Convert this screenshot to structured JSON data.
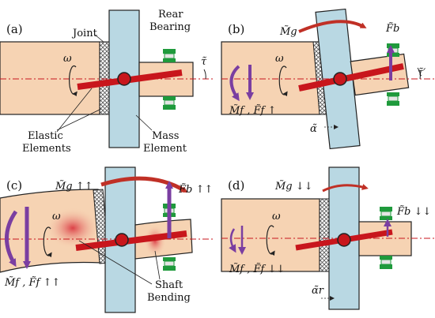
{
  "colors": {
    "shaft_body": "#f6d3b3",
    "mass_disk": "#b9d8e3",
    "shaft_bar": "#c8161c",
    "hub": "#c8161c",
    "moment_arrow": "#c03026",
    "force_arrow": "#7a3ea1",
    "bearing_green": "#1f9a3c",
    "bearing_pad": "#e5e5e5",
    "elastic_hatch": "#444444",
    "centerline": "#c8161c"
  },
  "panels": {
    "a": {
      "tag": "(a)",
      "joint": "Joint",
      "rear_bearing_1": "Rear",
      "rear_bearing_2": "Bearing",
      "omega": "ω",
      "tau": "τ̃",
      "elastic_1": "Elastic",
      "elastic_2": "Elements",
      "mass_1": "Mass",
      "mass_2": "Element"
    },
    "b": {
      "tag": "(b)",
      "Mg": "M̃g",
      "Fb": "F̃b",
      "omega": "ω",
      "tau": "τ̃′",
      "MfFf": "M̃f , F̃f ↑",
      "alpha": "α̃"
    },
    "c": {
      "tag": "(c)",
      "Mg": "M̃g ↑↑",
      "Fb": "F̃b ↑↑",
      "omega": "ω",
      "MfFf": "M̃f , F̃f ↑↑",
      "shaft_1": "Shaft",
      "shaft_2": "Bending"
    },
    "d": {
      "tag": "(d)",
      "Mg": "M̃g ↓↓",
      "Fb": "F̃b ↓↓",
      "omega": "ω",
      "MfFf": "M̃f , F̃f ↓↓",
      "alpha": "α̃r"
    }
  }
}
